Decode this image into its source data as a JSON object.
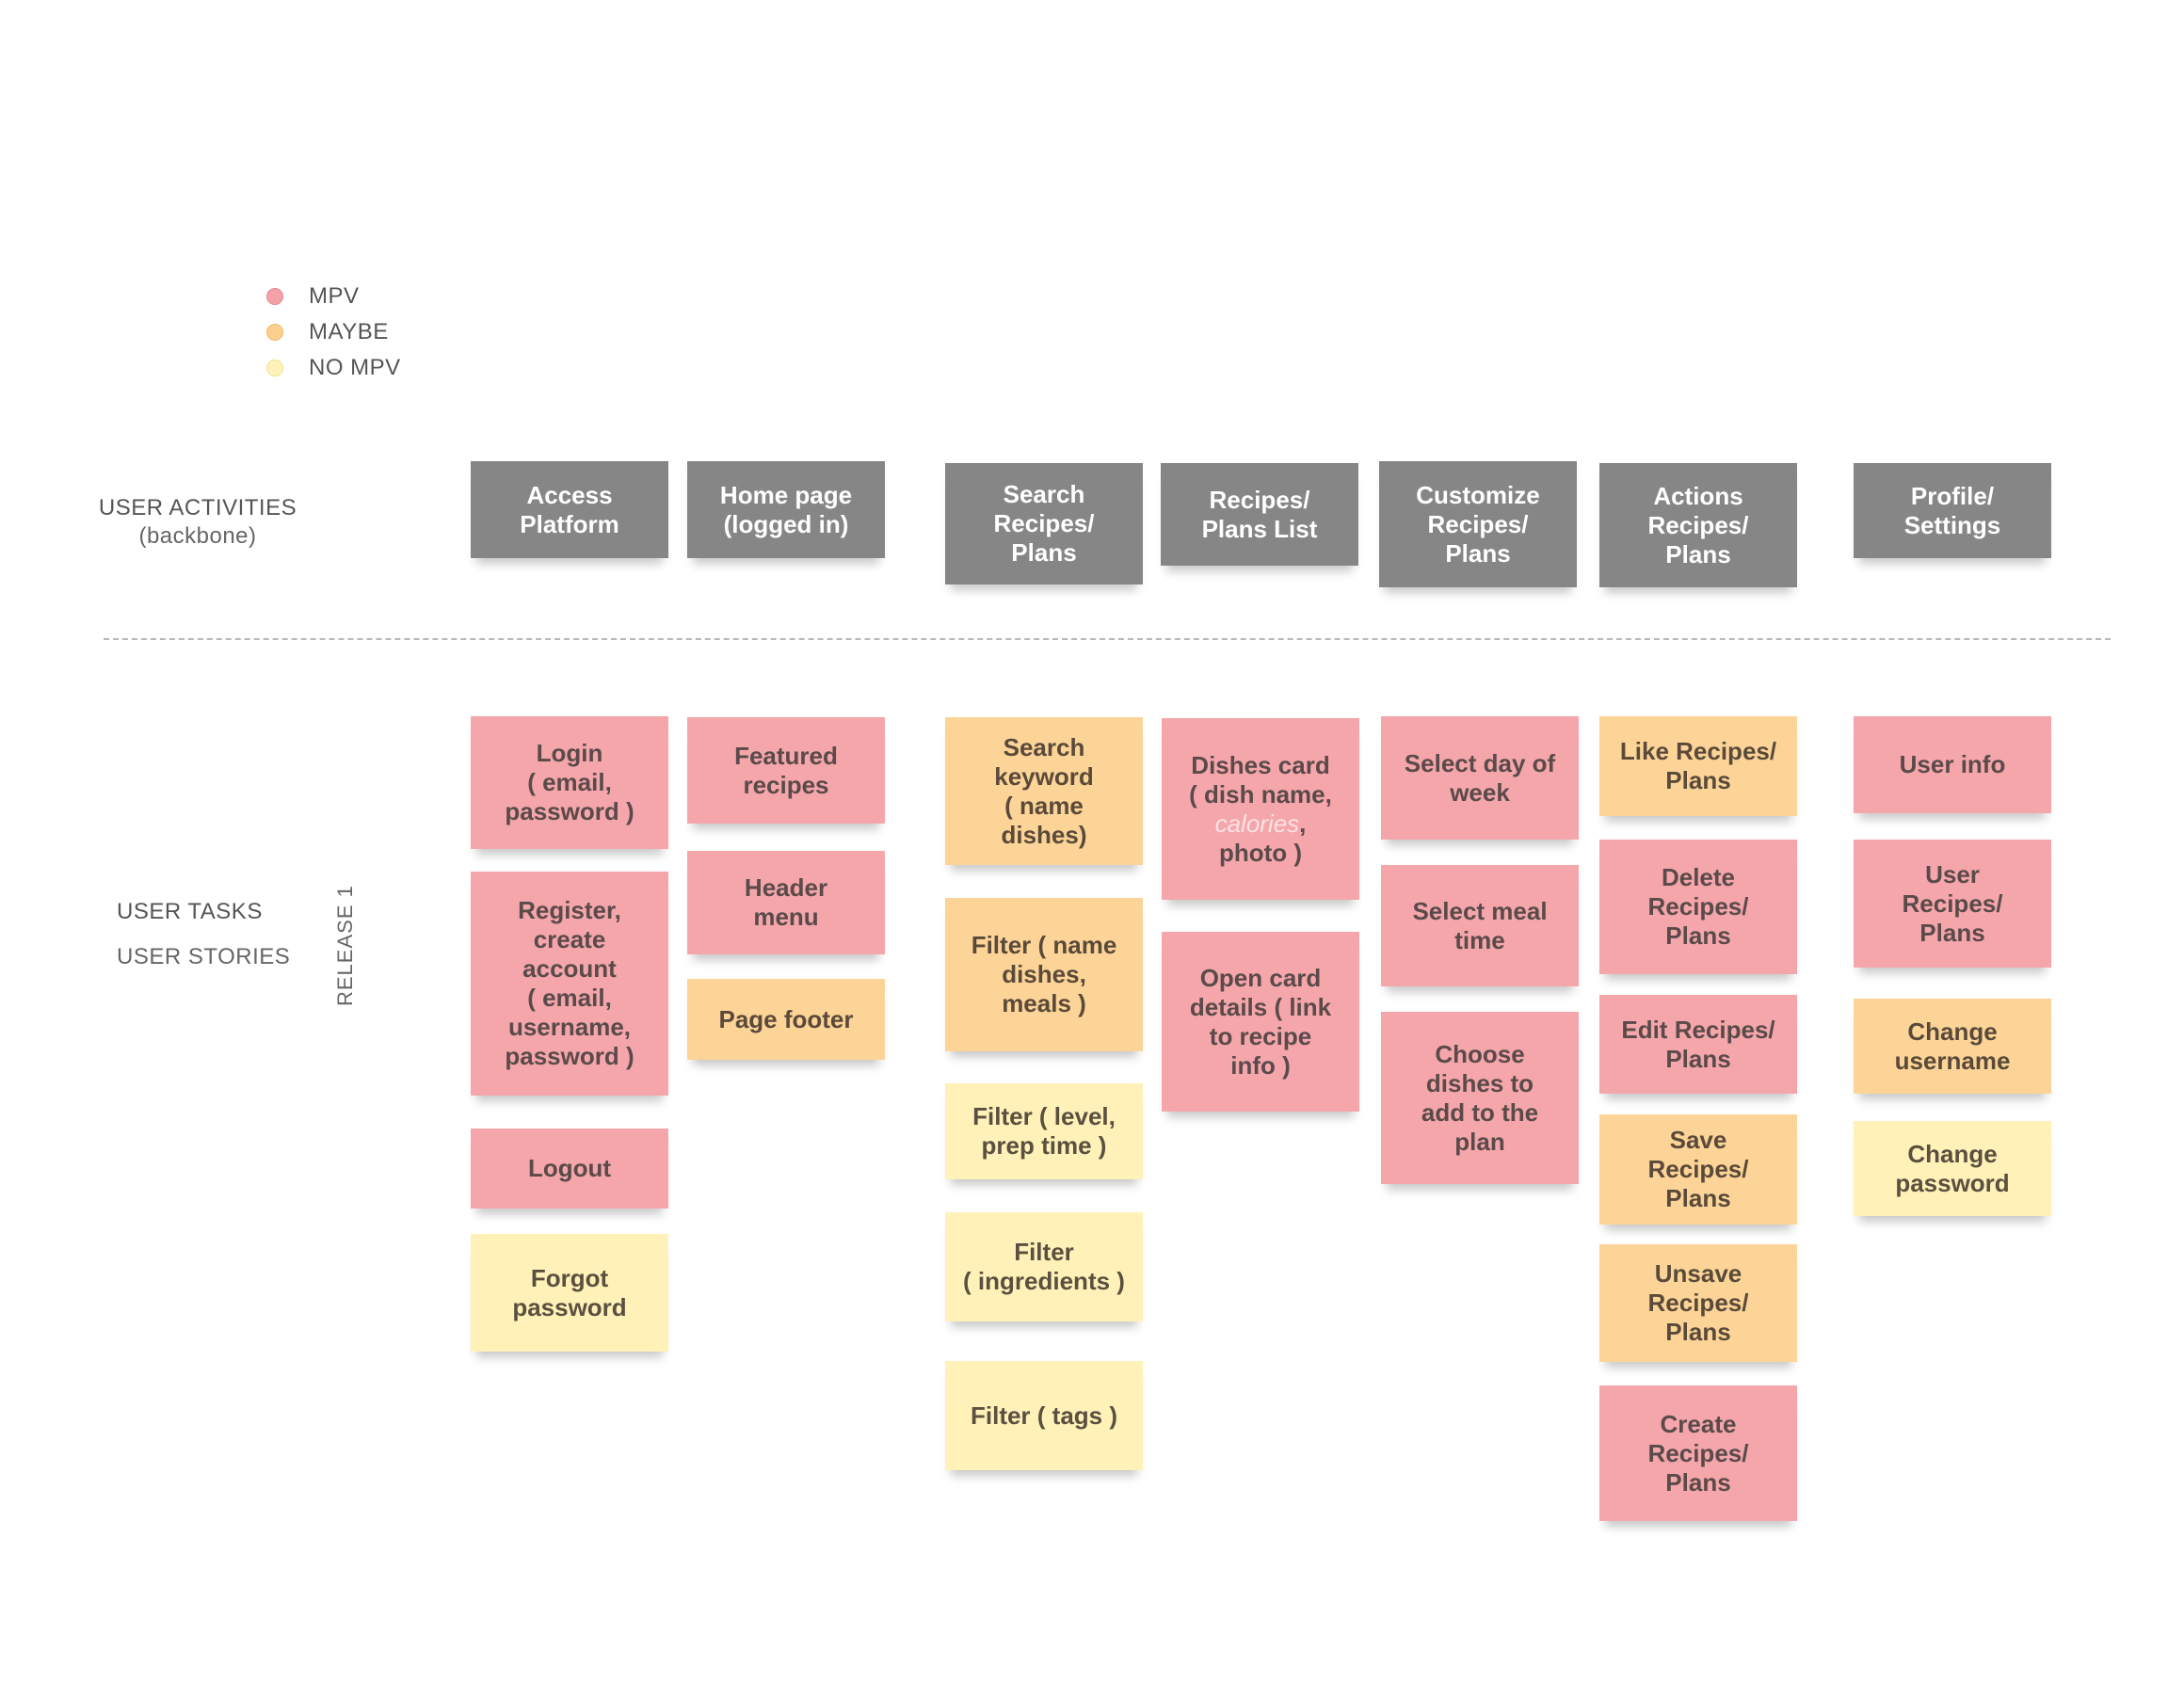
{
  "legend": [
    {
      "label": "MPV",
      "color": "#f2a2a8",
      "border": "#e58a92"
    },
    {
      "label": "MAYBE",
      "color": "#fbd08f",
      "border": "#efb966"
    },
    {
      "label": "NO MPV",
      "color": "#fff2bb",
      "border": "#f3df8e"
    }
  ],
  "labels": {
    "activities": "USER ACTIVITIES",
    "activities_sub": "(backbone)",
    "tasks": "USER TASKS",
    "stories": "USER STORIES",
    "release": "RELEASE 1"
  },
  "activities": [
    "Access\nPlatform",
    "Home page\n(logged in)",
    "Search\nRecipes/\nPlans",
    "Recipes/\nPlans List",
    "Customize\nRecipes/\nPlans",
    "Actions\nRecipes/\nPlans",
    "Profile/\nSettings"
  ],
  "stories": {
    "access": [
      {
        "text": "Login\n( email,\npassword )",
        "priority": "MPV"
      },
      {
        "text": "Register,\ncreate\naccount\n( email,\nusername,\npassword )",
        "priority": "MPV"
      },
      {
        "text": "Logout",
        "priority": "MPV"
      },
      {
        "text": "Forgot\npassword",
        "priority": "NO MPV"
      }
    ],
    "home": [
      {
        "text": "Featured\nrecipes",
        "priority": "MPV"
      },
      {
        "text": "Header\nmenu",
        "priority": "MPV"
      },
      {
        "text": "Page footer",
        "priority": "MAYBE"
      }
    ],
    "search": [
      {
        "text": "Search\nkeyword\n( name dishes)",
        "priority": "MAYBE"
      },
      {
        "text": "Filter ( name\ndishes,\nmeals )",
        "priority": "MAYBE"
      },
      {
        "text": "Filter ( level,\nprep time )",
        "priority": "NO MPV"
      },
      {
        "text": "Filter\n( ingredients )",
        "priority": "NO MPV"
      },
      {
        "text": "Filter ( tags )",
        "priority": "NO MPV"
      }
    ],
    "list": {
      "dishes_card": {
        "line1": "Dishes card",
        "line2": "( dish name,",
        "line3a": "calories",
        "line3b": ",",
        "line4": "photo )",
        "priority": "MPV"
      },
      "open_card": {
        "text": "Open card\ndetails ( link\nto recipe\ninfo )",
        "priority": "MPV"
      }
    },
    "customize": [
      {
        "text": "Select day of\nweek",
        "priority": "MPV"
      },
      {
        "text": "Select meal\ntime",
        "priority": "MPV"
      },
      {
        "text": "Choose\ndishes to\nadd to the\nplan",
        "priority": "MPV"
      }
    ],
    "actions": [
      {
        "text": "Like Recipes/\nPlans",
        "priority": "MAYBE"
      },
      {
        "text": "Delete\nRecipes/\nPlans",
        "priority": "MPV"
      },
      {
        "text": "Edit Recipes/\nPlans",
        "priority": "MPV"
      },
      {
        "text": "Save\nRecipes/\nPlans",
        "priority": "MAYBE"
      },
      {
        "text": "Unsave\nRecipes/\nPlans",
        "priority": "MAYBE"
      },
      {
        "text": "Create\nRecipes/\nPlans",
        "priority": "MPV"
      }
    ],
    "profile": [
      {
        "text": "User info",
        "priority": "MPV"
      },
      {
        "text": "User\nRecipes/\nPlans",
        "priority": "MPV"
      },
      {
        "text": "Change\nusername",
        "priority": "MAYBE"
      },
      {
        "text": "Change\npassword",
        "priority": "NO MPV"
      }
    ]
  }
}
